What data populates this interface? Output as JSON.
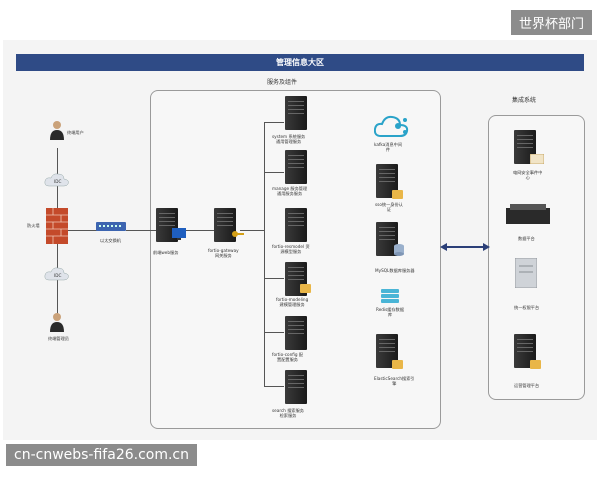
{
  "watermark_top": "世界杯部门",
  "watermark_bottom": "cn-cnwebs-fifa26.com.cn",
  "title": "管理信息大区",
  "section_services": "服务及组件",
  "section_integration": "集成系统",
  "left": {
    "user_top": "终端用户",
    "idc_top": "IDC",
    "firewall": "防火墙",
    "switch": "以太交换机",
    "idc_bottom": "IDC",
    "user_bottom": "终端管理员"
  },
  "gateway": {
    "web": "前端web服务",
    "gateway": "fortio-gateway\n网关服务"
  },
  "services_col1": [
    "system 系统服务\n通用管理服务",
    "manage 服务管理\n通用服务服务",
    "fortio-resmodel 资\n源模型服务",
    "fortio-modeling\n建模管理服务",
    "fortio-config 配\n置配置服务",
    "search 搜索服务\n检索服务"
  ],
  "services_col2": [
    "kafka消息中间\n件",
    "sso统一身份认\n证",
    "MySQL数据库服务器",
    "Redis缓存数据\n库",
    "ElasticSearch搜索引\n擎"
  ],
  "integration": [
    "电网安全事件中\n心",
    "数据平台",
    "统一权限平台",
    "运营管理平台"
  ],
  "colors": {
    "title_bar": "#2f4b86",
    "arrow": "#2b3f78",
    "folder": "#e9b648",
    "firewall": "#c44a2a"
  }
}
